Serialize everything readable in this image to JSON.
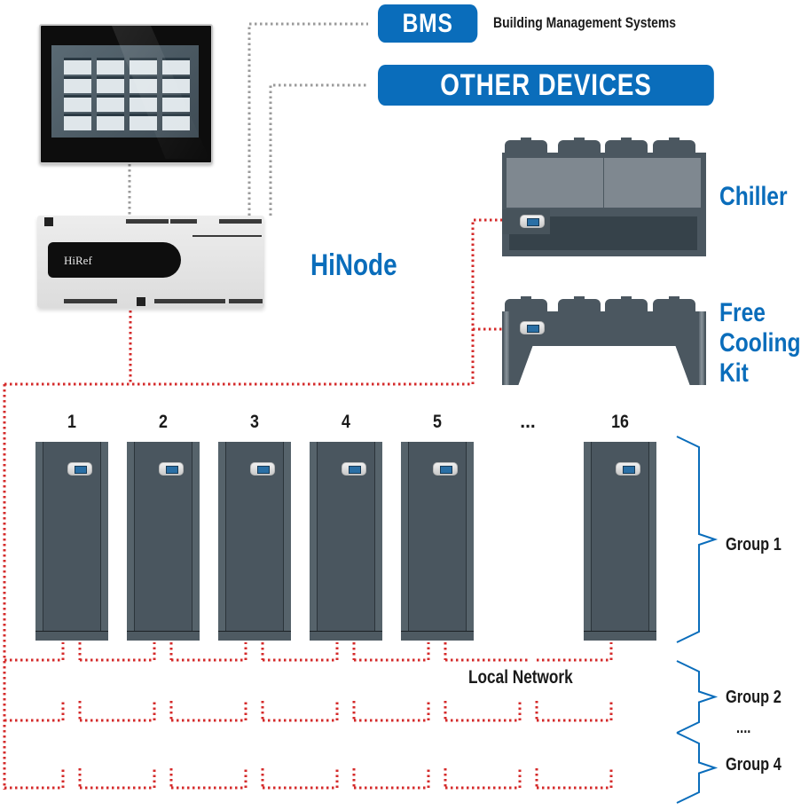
{
  "title": "HiNode network architecture",
  "colors": {
    "brand_blue": "#0a6dbb",
    "network_red": "#d42a2a",
    "link_gray": "#9a9a9a",
    "unit_body": "#4a565f"
  },
  "labels": {
    "bms": "BMS",
    "bms_caption": "Building Management Systems",
    "other_devices": "OTHER DEVICES",
    "hinode": "HiNode",
    "hinode_logo": "HiRef",
    "chiller": "Chiller",
    "free_cooling_line1": "Free",
    "free_cooling_line2": "Cooling",
    "free_cooling_line3": "Kit",
    "local_network": "Local Network"
  },
  "units": [
    {
      "number": "1"
    },
    {
      "number": "2"
    },
    {
      "number": "3"
    },
    {
      "number": "4"
    },
    {
      "number": "5"
    },
    {
      "number": "16"
    }
  ],
  "units_ellipsis": "...",
  "groups": [
    {
      "label": "Group 1"
    },
    {
      "label": "Group 2"
    },
    {
      "label": "Group 4"
    }
  ],
  "groups_ellipsis": "....",
  "icons": {
    "touchscreen": "touchscreen-panel-icon",
    "controller": "plc-controller-icon",
    "chiller": "chiller-unit-icon",
    "free_cooling": "free-cooling-kit-icon",
    "cabinet": "precision-ac-cabinet-icon"
  }
}
